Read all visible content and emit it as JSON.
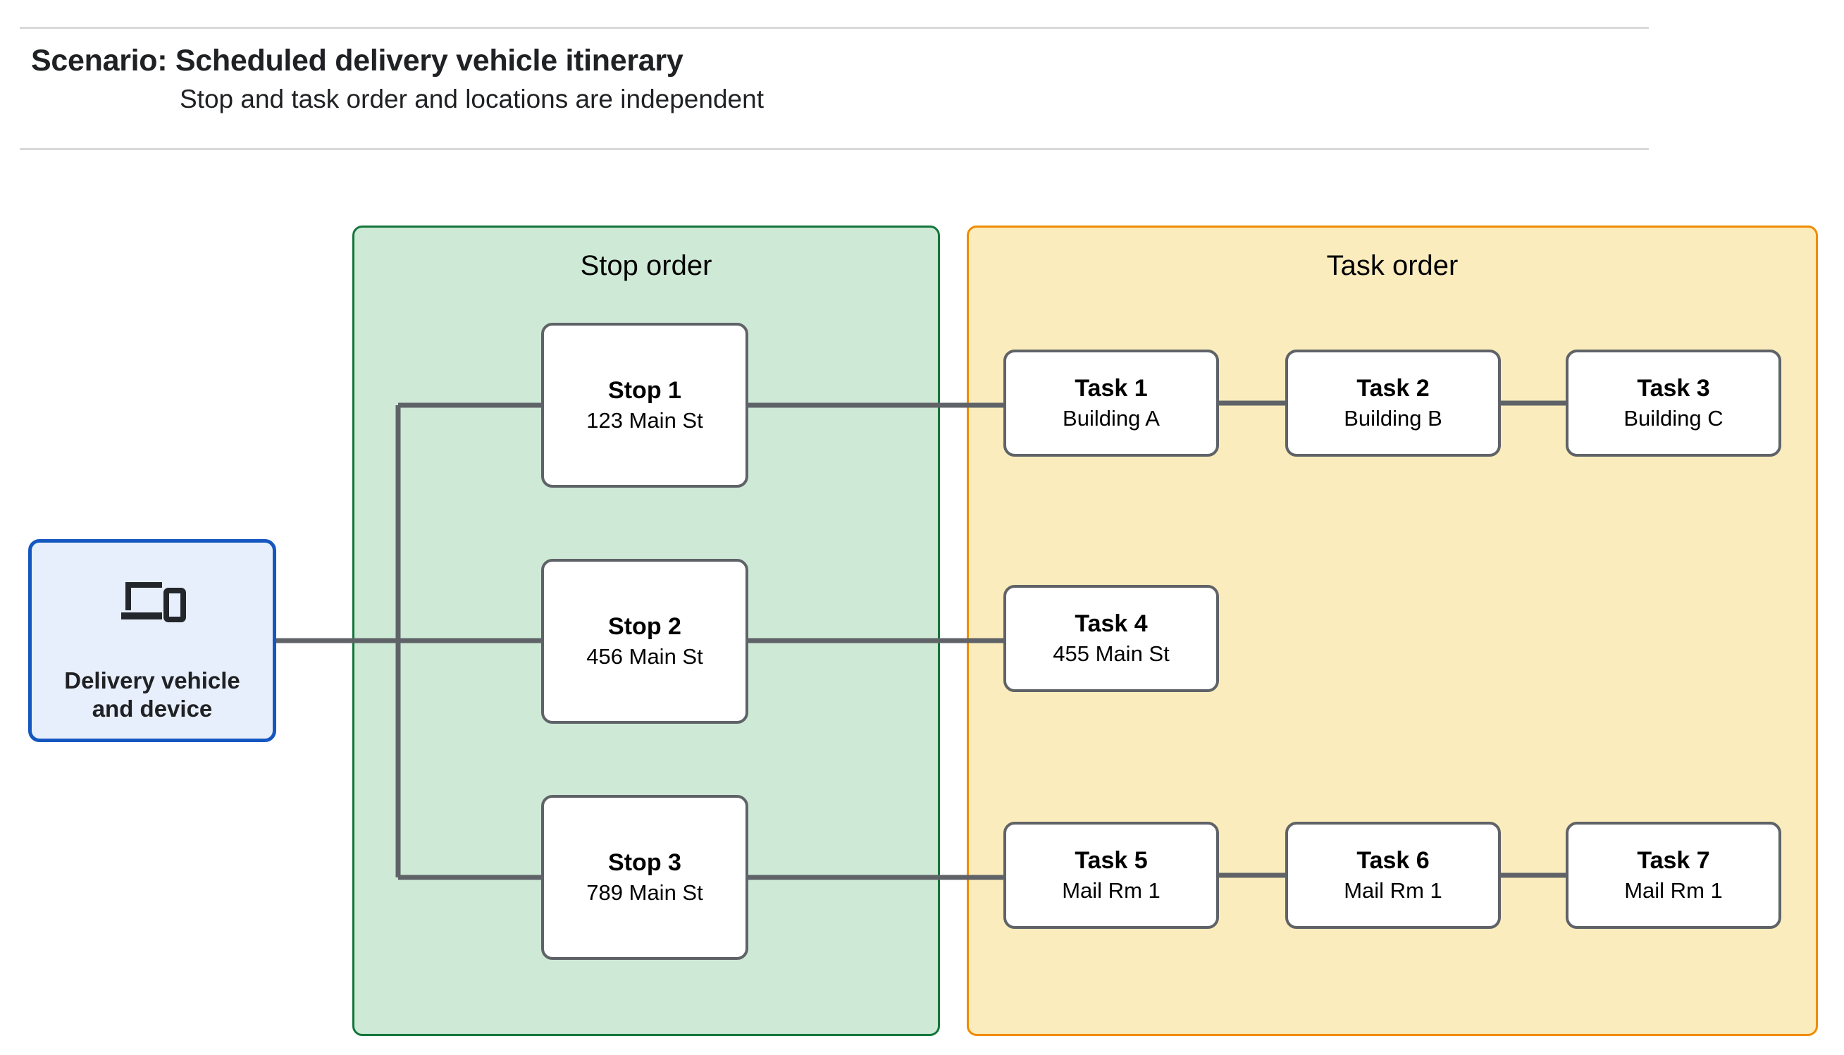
{
  "header": {
    "title": "Scenario: Scheduled delivery vehicle itinerary",
    "subtitle": "Stop and task order and locations are independent"
  },
  "vehicle": {
    "icon": "laptop-and-phone-icon",
    "label_line1": "Delivery vehicle",
    "label_line2": "and device",
    "border_color": "#1557c0",
    "fill_color": "#e8effc"
  },
  "stop_panel": {
    "title": "Stop order",
    "border_color": "#12763b",
    "fill_color": "#cee9d6",
    "stops": [
      {
        "title": "Stop 1",
        "address": "123 Main St"
      },
      {
        "title": "Stop 2",
        "address": "456 Main St"
      },
      {
        "title": "Stop 3",
        "address": "789 Main St"
      }
    ]
  },
  "task_panel": {
    "title": "Task order",
    "border_color": "#f08c00",
    "fill_color": "#fbecbd",
    "rows": [
      {
        "tasks": [
          {
            "title": "Task 1",
            "location": "Building A"
          },
          {
            "title": "Task 2",
            "location": "Building B"
          },
          {
            "title": "Task 3",
            "location": "Building C"
          }
        ]
      },
      {
        "tasks": [
          {
            "title": "Task 4",
            "location": "455 Main St"
          }
        ]
      },
      {
        "tasks": [
          {
            "title": "Task 5",
            "location": "Mail Rm 1"
          },
          {
            "title": "Task 6",
            "location": "Mail Rm 1"
          },
          {
            "title": "Task 7",
            "location": "Mail Rm 1"
          }
        ]
      }
    ]
  },
  "connector_color": "#5f6368"
}
